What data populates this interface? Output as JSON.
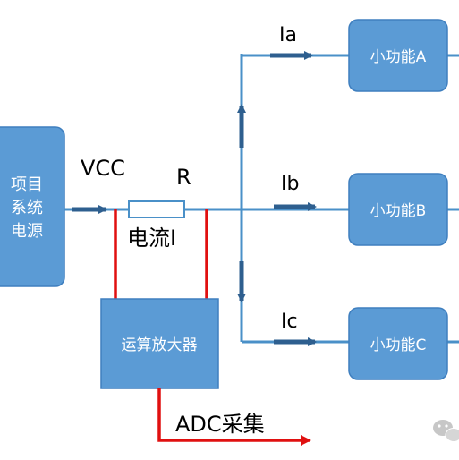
{
  "colors": {
    "box_fill": "#5b9bd5",
    "box_stroke": "#3f7fbf",
    "wire": "#4a90c8",
    "arrow": "#2e5f8f",
    "probe": "#e01010",
    "label": "#000000"
  },
  "source": {
    "lines": [
      "项目",
      "系统",
      "电源"
    ]
  },
  "labels": {
    "vcc": "VCC",
    "r": "R",
    "current": "电流I",
    "ia": "Ia",
    "ib": "Ib",
    "ic": "Ic",
    "adc": "ADC采集"
  },
  "amplifier": {
    "label": "运算放大器"
  },
  "loads": [
    {
      "label": "小功能A"
    },
    {
      "label": "小功能B"
    },
    {
      "label": "小功能C"
    }
  ],
  "watermark": {
    "icon": "wechat-icon"
  }
}
